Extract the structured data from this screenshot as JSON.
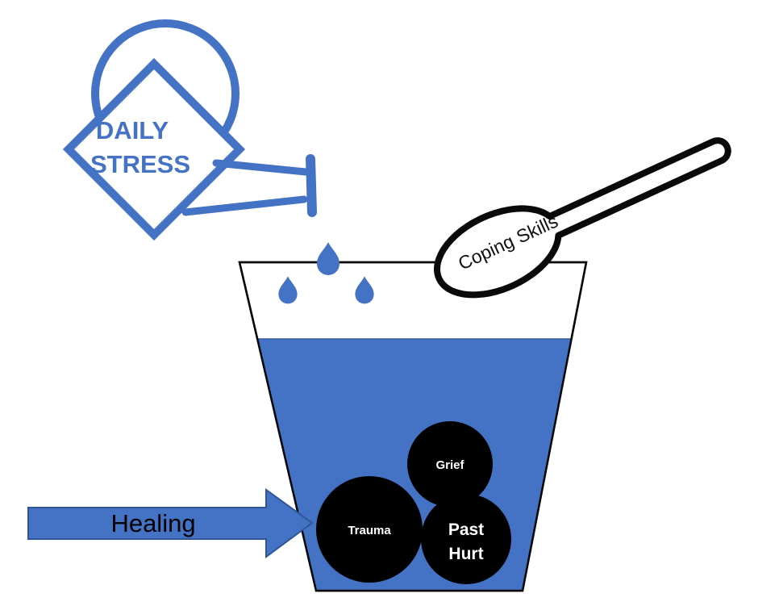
{
  "diagram": {
    "watering_can": {
      "line1": "DAILY",
      "line2": "STRESS"
    },
    "spoon": {
      "label": "Coping Skills"
    },
    "healing_arrow": {
      "label": "Healing"
    },
    "stones": {
      "grief": "Grief",
      "trauma": "Trauma",
      "past_hurt_line1": "Past",
      "past_hurt_line2": "Hurt"
    },
    "colors": {
      "blue": "#4472C4",
      "blue_dark": "#2F5597",
      "stone_black": "#000000",
      "outline_black": "#0a0a0a",
      "white": "#ffffff"
    }
  }
}
